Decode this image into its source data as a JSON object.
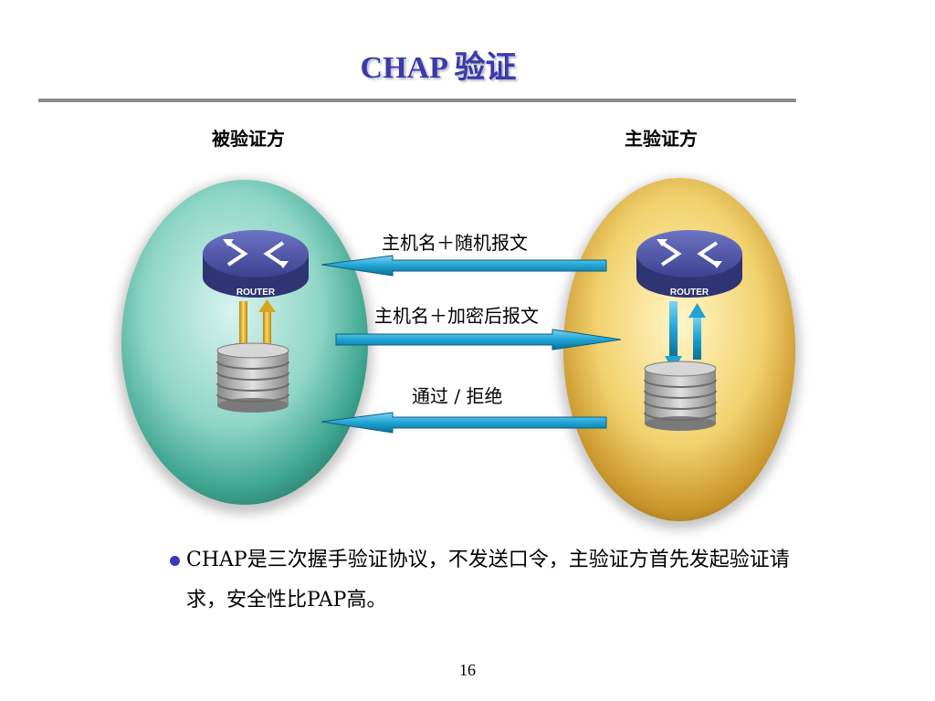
{
  "title": "CHAP 验证",
  "left_party": "被验证方",
  "right_party": "主验证方",
  "messages": {
    "m1": "主机名＋随机报文",
    "m2": "主机名＋加密后报文",
    "m3": "通过 / 拒绝"
  },
  "router_label": "ROUTER",
  "bullet": "CHAP是三次握手验证协议，不发送口令，主验证方首先发起验证请求，安全性比PAP高。",
  "page_number": "16",
  "colors": {
    "title": "#3a3aa8",
    "left_oval": "#5fbfa8",
    "right_oval": "#e0b53a",
    "arrow": "#1fa4d4",
    "router": "#4a4f9a"
  }
}
